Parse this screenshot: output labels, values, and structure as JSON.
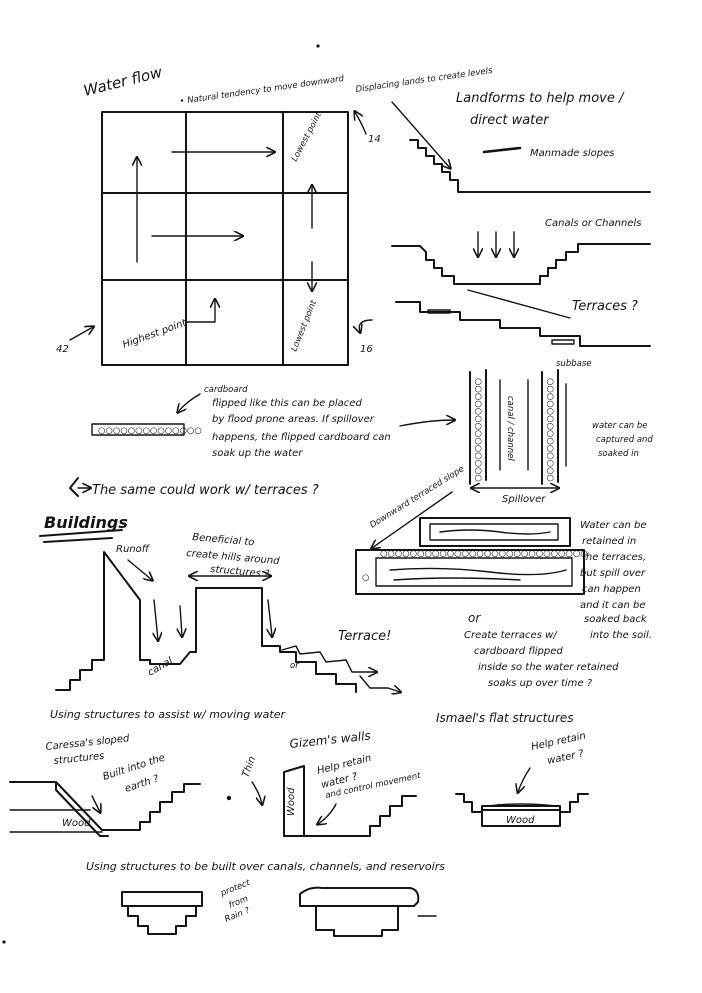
{
  "water_flow": {
    "title": "Water flow",
    "note_tendency": "• Natural tendency to move downward",
    "lowest_point_top": "Lowest point",
    "lowest_point_bottom": "Lowest point",
    "highest_point": "Highest point",
    "dim_14": "14",
    "dim_42": "42",
    "dim_16": "16"
  },
  "landforms": {
    "displacing": "Displacing lands to create levels",
    "title_line1": "Landforms to help move /",
    "title_line2": "direct water",
    "manmade_slopes": "Manmade slopes",
    "canals": "Canals or Channels",
    "terraces": "Terraces ?"
  },
  "cardboard": {
    "label": "cardboard",
    "line1": "flipped like this can be placed",
    "line2": "by flood prone areas. If spillover",
    "line3": "happens, the flipped cardboard can",
    "line4": "soak up the water",
    "same_terraces": "The same could work w/ terraces ?"
  },
  "channel": {
    "canal_label": "canal / channel",
    "subbase": "subbase",
    "spillover": "Spillover",
    "captured_line1": "water can be",
    "captured_line2": "captured and",
    "captured_line3": "soaked in"
  },
  "buildings": {
    "title": "Buildings",
    "runoff": "Runoff",
    "beneficial_line1": "Beneficial to",
    "beneficial_line2": "create hills around",
    "beneficial_line3": "structures ?",
    "canal": "canal",
    "terrace": "Terrace!",
    "or": "or",
    "using_structures": "Using structures to assist w/ moving water"
  },
  "terrace_slope": {
    "downward_slope": "Downward terraced slope",
    "retained_line1": "Water can be",
    "retained_line2": "retained in",
    "retained_line3": "the terraces,",
    "retained_line4": "but spill over",
    "retained_line5": "can happen",
    "retained_line6": "and it can be",
    "retained_line7": "soaked back",
    "retained_line8": "into the soil.",
    "or": "or",
    "create_line1": "Create terraces w/",
    "create_line2": "cardboard flipped",
    "create_line3": "inside so the water retained",
    "create_line4": "soaks up over time ?"
  },
  "structures": {
    "caressa_line1": "Caressa's sloped",
    "caressa_line2": "structures",
    "built_line1": "Built into the",
    "built_line2": "earth ?",
    "wood_slope": "Wood",
    "thin": "Thin",
    "gizem": "Gizem's walls",
    "help_control_line1": "Help retain",
    "help_control_line2": "water ?",
    "help_control_line3": "and control movement",
    "wood_wall": "Wood",
    "ismael": "Ismael's flat structures",
    "help_flat_line1": "Help retain",
    "help_flat_line2": "water ?",
    "wood_flat": "Wood",
    "built_over": "Using structures to be built over canals, channels, and reservoirs",
    "protect_line1": "protect",
    "protect_line2": "from",
    "protect_line3": "Rain ?"
  }
}
